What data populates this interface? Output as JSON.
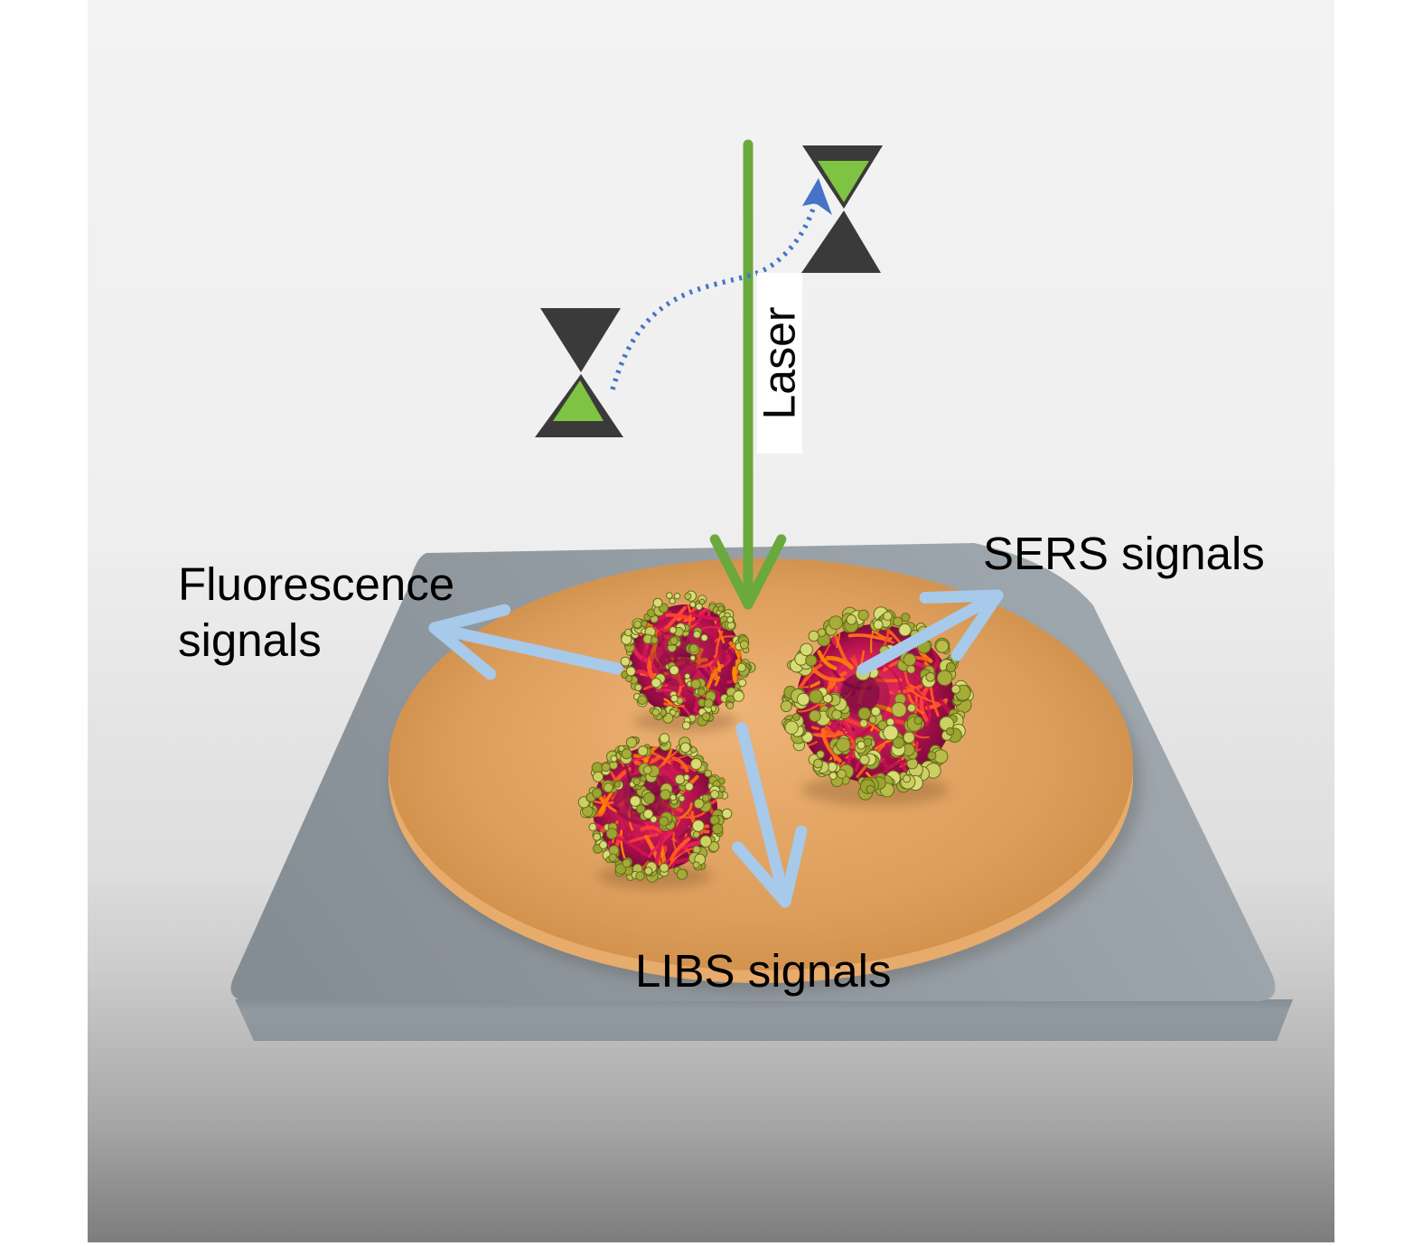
{
  "figure": {
    "kind": "laser-multimodal-virus-detection-schematic",
    "description": "Laser scans virus particles on a disc substrate producing fluorescence, SERS and LIBS signals"
  },
  "labels": {
    "laser": "Laser",
    "fluorescence_line1": "Fluorescence",
    "fluorescence_line2": "signals",
    "sers": "SERS signals",
    "libs": "LIBS signals"
  },
  "colors": {
    "background_top": "#f3f3f3",
    "background_mid": "#dedede",
    "background_bottom": "#7d7d7d",
    "page_margin": "#ffffff",
    "laser_green": "#69a93e",
    "signal_arrow_blue": "#a7c9ea",
    "scan_path_blue": "#4573c6",
    "focus_icon_dark": "#3a3a3a",
    "focus_icon_green": "#7fc342",
    "disc_orange": "#e2a463",
    "disc_rim_orange": "#e7ab6c",
    "platform_gray": "#949ca4",
    "platform_front_gray": "#8b939b",
    "label_text": "#000000",
    "laser_label_bg": "#ffffff",
    "virus_core": [
      "#e8335f",
      "#d01d55",
      "#aa1049",
      "#7d0a3b"
    ],
    "virus_filaments": [
      "#ff5a22",
      "#ff8c00",
      "#e8215a",
      "#c00f4b",
      "#ff4433",
      "#8f0d4a",
      "#ff6a1a",
      "#d41552"
    ],
    "virus_spikes": [
      "#ccd063",
      "#b9bd4a",
      "#a6ac37",
      "#d9dc74",
      "#9aa42e"
    ],
    "virus_spike_outline": "#646b1d"
  },
  "particles": {
    "count": 3,
    "kind": "coronavirus-like virus particle"
  }
}
